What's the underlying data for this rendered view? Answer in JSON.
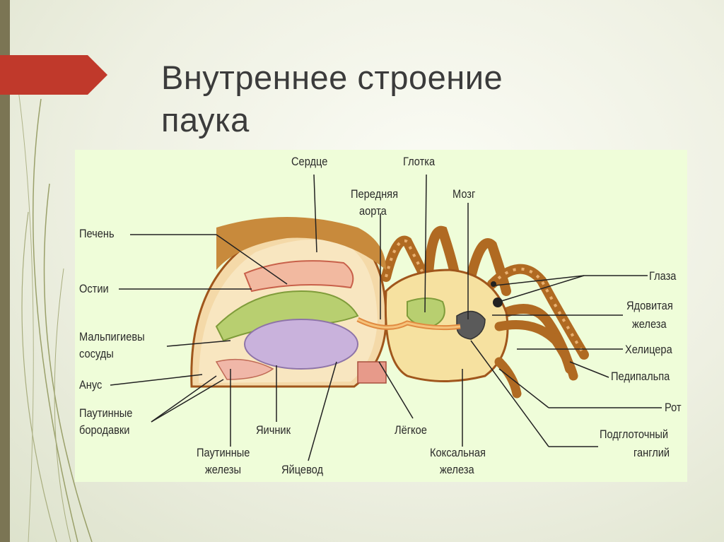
{
  "slide": {
    "title_line1": "Внутреннее строение",
    "title_line2": "паука"
  },
  "diagram": {
    "labels": {
      "serdtse": "Сердце",
      "glotka": "Глотка",
      "perednyaya_aorta_1": "Передняя",
      "perednyaya_aorta_2": "аорта",
      "mozg": "Мозг",
      "pechen": "Печень",
      "ostii": "Остии",
      "malpigievy_1": "Мальпигиевы",
      "malpigievy_2": "сосуды",
      "anus": "Анус",
      "pautinnye_borodavki_1": "Паутинные",
      "pautinnye_borodavki_2": "бородавки",
      "yaichnik": "Яичник",
      "pautinnye_zhelezy_1": "Паутинные",
      "pautinnye_zhelezy_2": "железы",
      "yaitsevod": "Яйцевод",
      "legkoe": "Лёгкое",
      "koksalnaya_1": "Коксальная",
      "koksalnaya_2": "железа",
      "glaza": "Глаза",
      "yadovitaya_1": "Ядовитая",
      "yadovitaya_2": "железа",
      "khelitsera": "Хелицера",
      "pedipalpa": "Педипальпа",
      "rot": "Рот",
      "podglotochny_1": "Подглоточный",
      "podglotochny_2": "ганглий"
    }
  },
  "colors": {
    "accent_arrow": "#c0392b",
    "side_bar": "#7b7554",
    "diagram_bg": "#effdd9",
    "spider_brown": "#c8822e"
  }
}
